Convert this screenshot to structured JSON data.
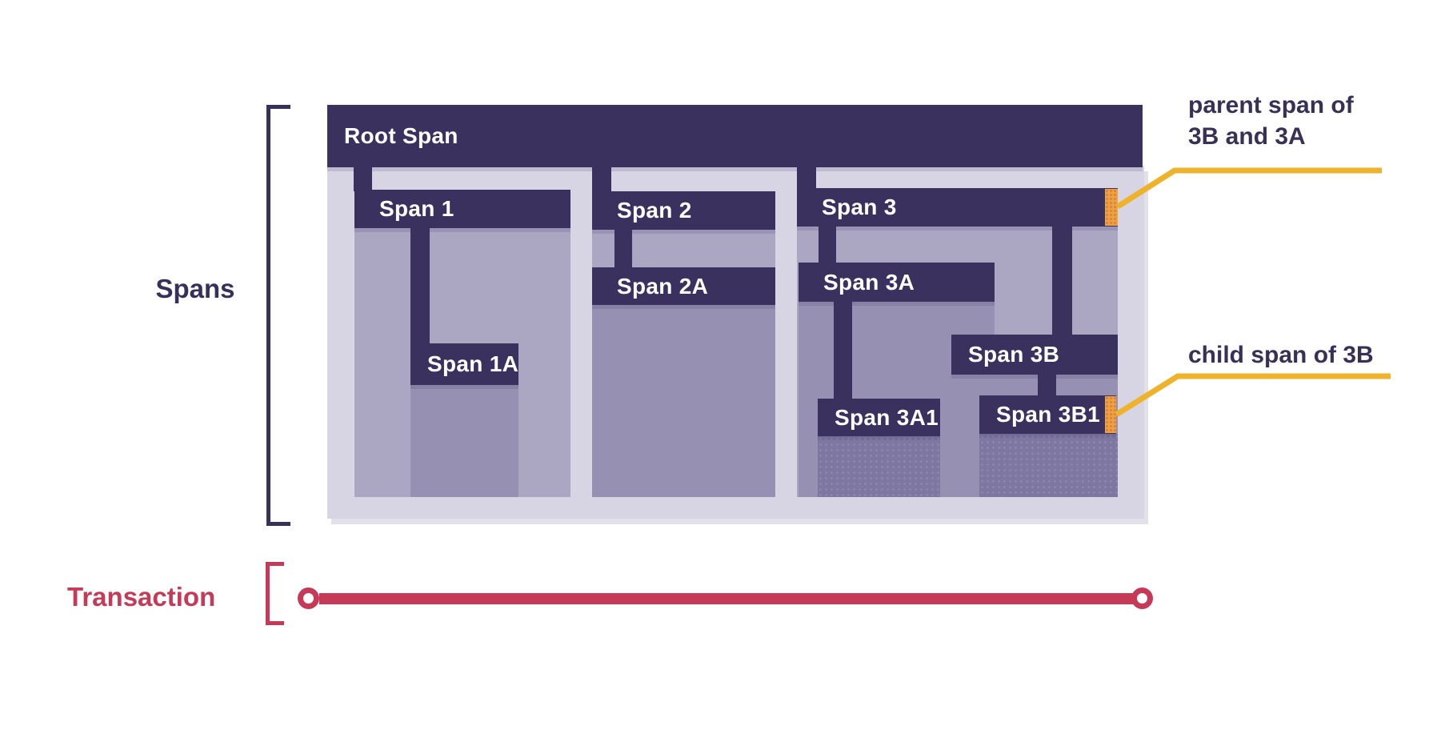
{
  "title_labels": {
    "spans": "Spans",
    "transaction": "Transaction"
  },
  "spans": {
    "root": {
      "label": "Root Span"
    },
    "s1": {
      "label": "Span 1"
    },
    "s1a": {
      "label": "Span 1A"
    },
    "s2": {
      "label": "Span 2"
    },
    "s2a": {
      "label": "Span 2A"
    },
    "s3": {
      "label": "Span 3"
    },
    "s3a": {
      "label": "Span 3A"
    },
    "s3a1": {
      "label": "Span 3A1"
    },
    "s3b": {
      "label": "Span 3B"
    },
    "s3b1": {
      "label": "Span 3B1"
    }
  },
  "hierarchy": {
    "Root Span": [
      "Span 1",
      "Span 2",
      "Span 3"
    ],
    "Span 1": [
      "Span 1A"
    ],
    "Span 2": [
      "Span 2A"
    ],
    "Span 3": [
      "Span 3A",
      "Span 3B"
    ],
    "Span 3A": [
      "Span 3A1"
    ],
    "Span 3B": [
      "Span 3B1"
    ]
  },
  "annotations": {
    "parent_line1": "parent span of",
    "parent_line2": "3B and 3A",
    "child": "child span of 3B"
  },
  "colors": {
    "span_bar": "#3a315f",
    "container": "#d7d5e4",
    "depth2_region": "#aba7c3",
    "depth3_region": "#9691b3",
    "depth4_region": "#7e77a1",
    "highlight_marker": "#eba13c",
    "annotation_line": "#eeb22b",
    "annotation_text": "#383155",
    "spans_label": "#36305a",
    "transaction": "#c63a58",
    "bar_text": "#ffffff"
  }
}
